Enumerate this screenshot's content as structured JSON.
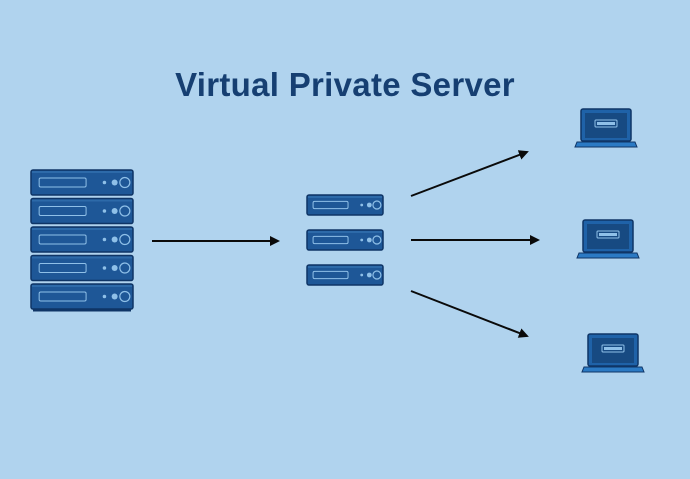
{
  "title": "Virtual Private Server",
  "colors": {
    "background": "#b0d3ee",
    "server_body": "#1e5797",
    "server_edge": "#0f3566",
    "server_detail": "#8fc0e8",
    "laptop_body": "#1f62a8",
    "laptop_screen": "#174a82",
    "laptop_base": "#2b7ac4",
    "arrow": "#0a0a0a",
    "title": "#163f72"
  },
  "nodes": {
    "physical_server": {
      "icon": "server-rack-icon",
      "units": 5
    },
    "virtual_servers": {
      "icon": "server-unit-icon",
      "count": 3
    },
    "clients": {
      "icon": "laptop-icon",
      "count": 3
    }
  }
}
